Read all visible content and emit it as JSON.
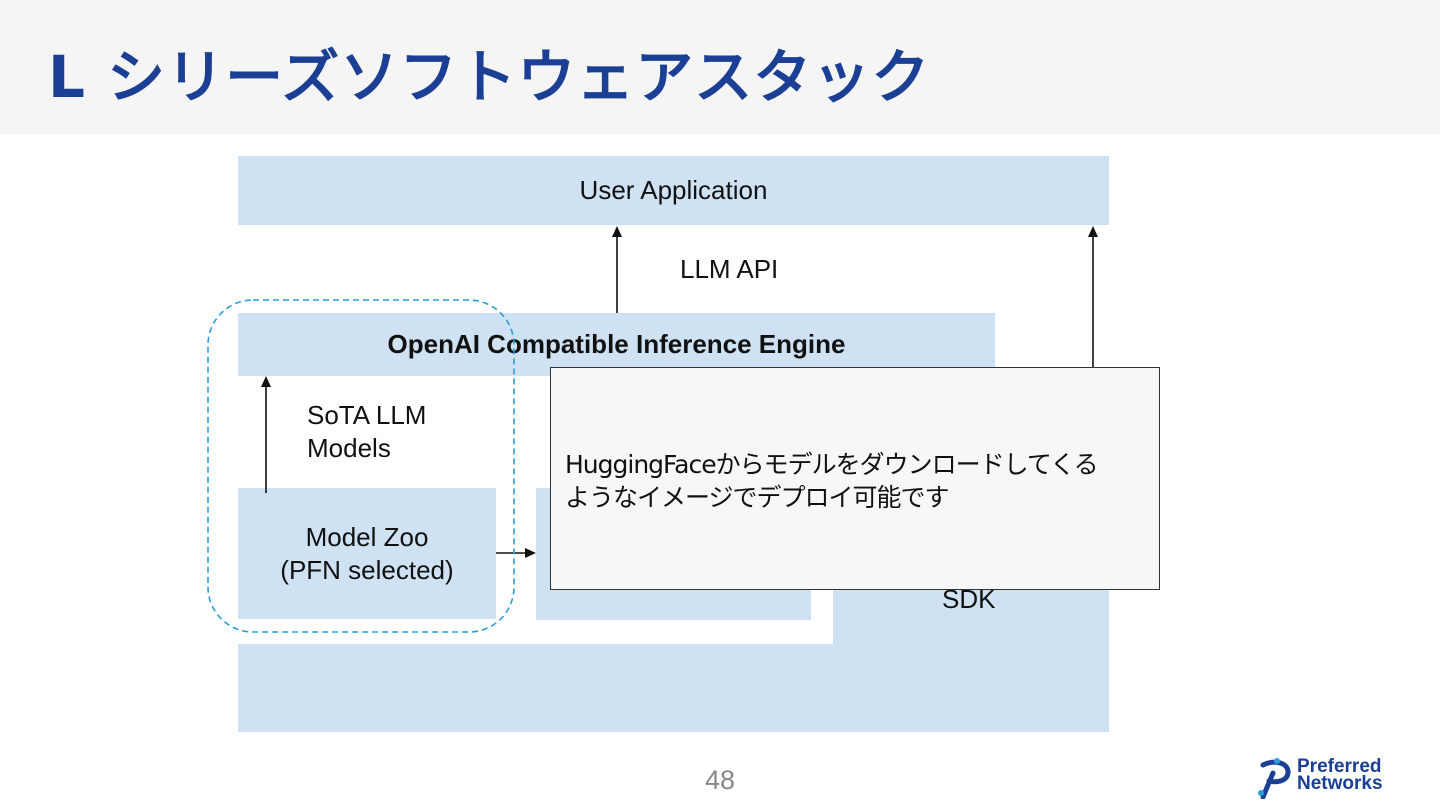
{
  "slide": {
    "title": "L シリーズソフトウェアスタック",
    "page_number": "48"
  },
  "diagram": {
    "user_application": "User Application",
    "llm_api": "LLM API",
    "inference_engine": "OpenAI Compatible Inference Engine",
    "sota_line1": "SoTA LLM",
    "sota_line2": "Models",
    "model_zoo_line1": "Model Zoo",
    "model_zoo_line2": "(PFN selected)",
    "sdk": "SDK"
  },
  "popup": {
    "line1": "HuggingFaceからモデルをダウンロードしてくる",
    "line2": "ようなイメージでデプロイ可能です"
  },
  "logo": {
    "line1": "Preferred",
    "line2": "Networks"
  },
  "colors": {
    "title": "#1a3f94",
    "box_fill": "#cfe2f3",
    "dashed_outline": "#2a9fd6",
    "popup_fill": "#f7f7f7"
  }
}
